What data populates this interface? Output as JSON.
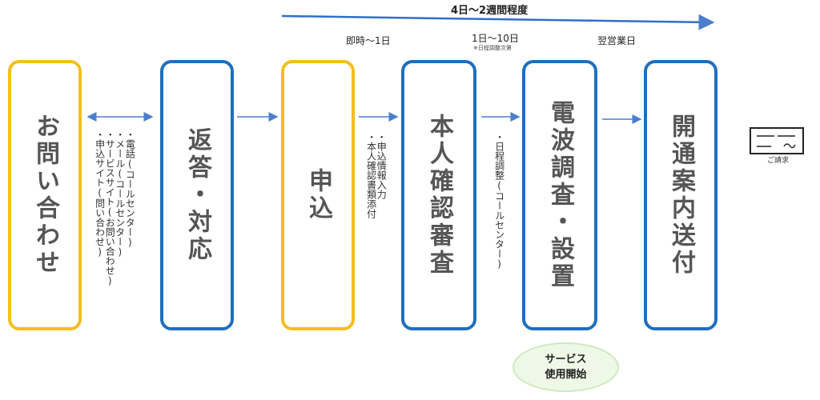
{
  "timeline": {
    "overall_label": "4日～2週間程度",
    "apply_label": "即時～1日",
    "schedule_label": "1日～10日",
    "schedule_note": "※日程調整次第",
    "business_day_label": "翌営業日"
  },
  "steps": [
    {
      "title": "お問い合わせ",
      "color": "#f5be1b"
    },
    {
      "title": "返答・対応",
      "color": "#1e6fbf"
    },
    {
      "title": "申込",
      "color": "#f5be1b"
    },
    {
      "title": "本人確認審査",
      "color": "#1e6fbf"
    },
    {
      "title": "電波調査・設置",
      "color": "#1e6fbf"
    },
    {
      "title": "開通案内送付",
      "color": "#1e6fbf"
    }
  ],
  "notes": {
    "inquiry_methods": [
      "・電話(コールセンター)",
      "・メール(コールセンター)",
      "・サービスサイト(お問い合わせ)",
      "・申込サイト(問い合わせ)"
    ],
    "application": [
      "・申込情報入力",
      "・本人確認書類添付"
    ],
    "schedule": [
      "・日程調整(コールセンター)"
    ]
  },
  "service_start": {
    "line1": "サービス",
    "line2": "使用開始"
  },
  "invoice": {
    "caption": "ご請求",
    "icon": "invoice-icon"
  },
  "colors": {
    "yellow": "#f5be1b",
    "blue": "#1e6fbf",
    "arrow": "#4a7fcf",
    "service_bg": "#eef8e6"
  }
}
